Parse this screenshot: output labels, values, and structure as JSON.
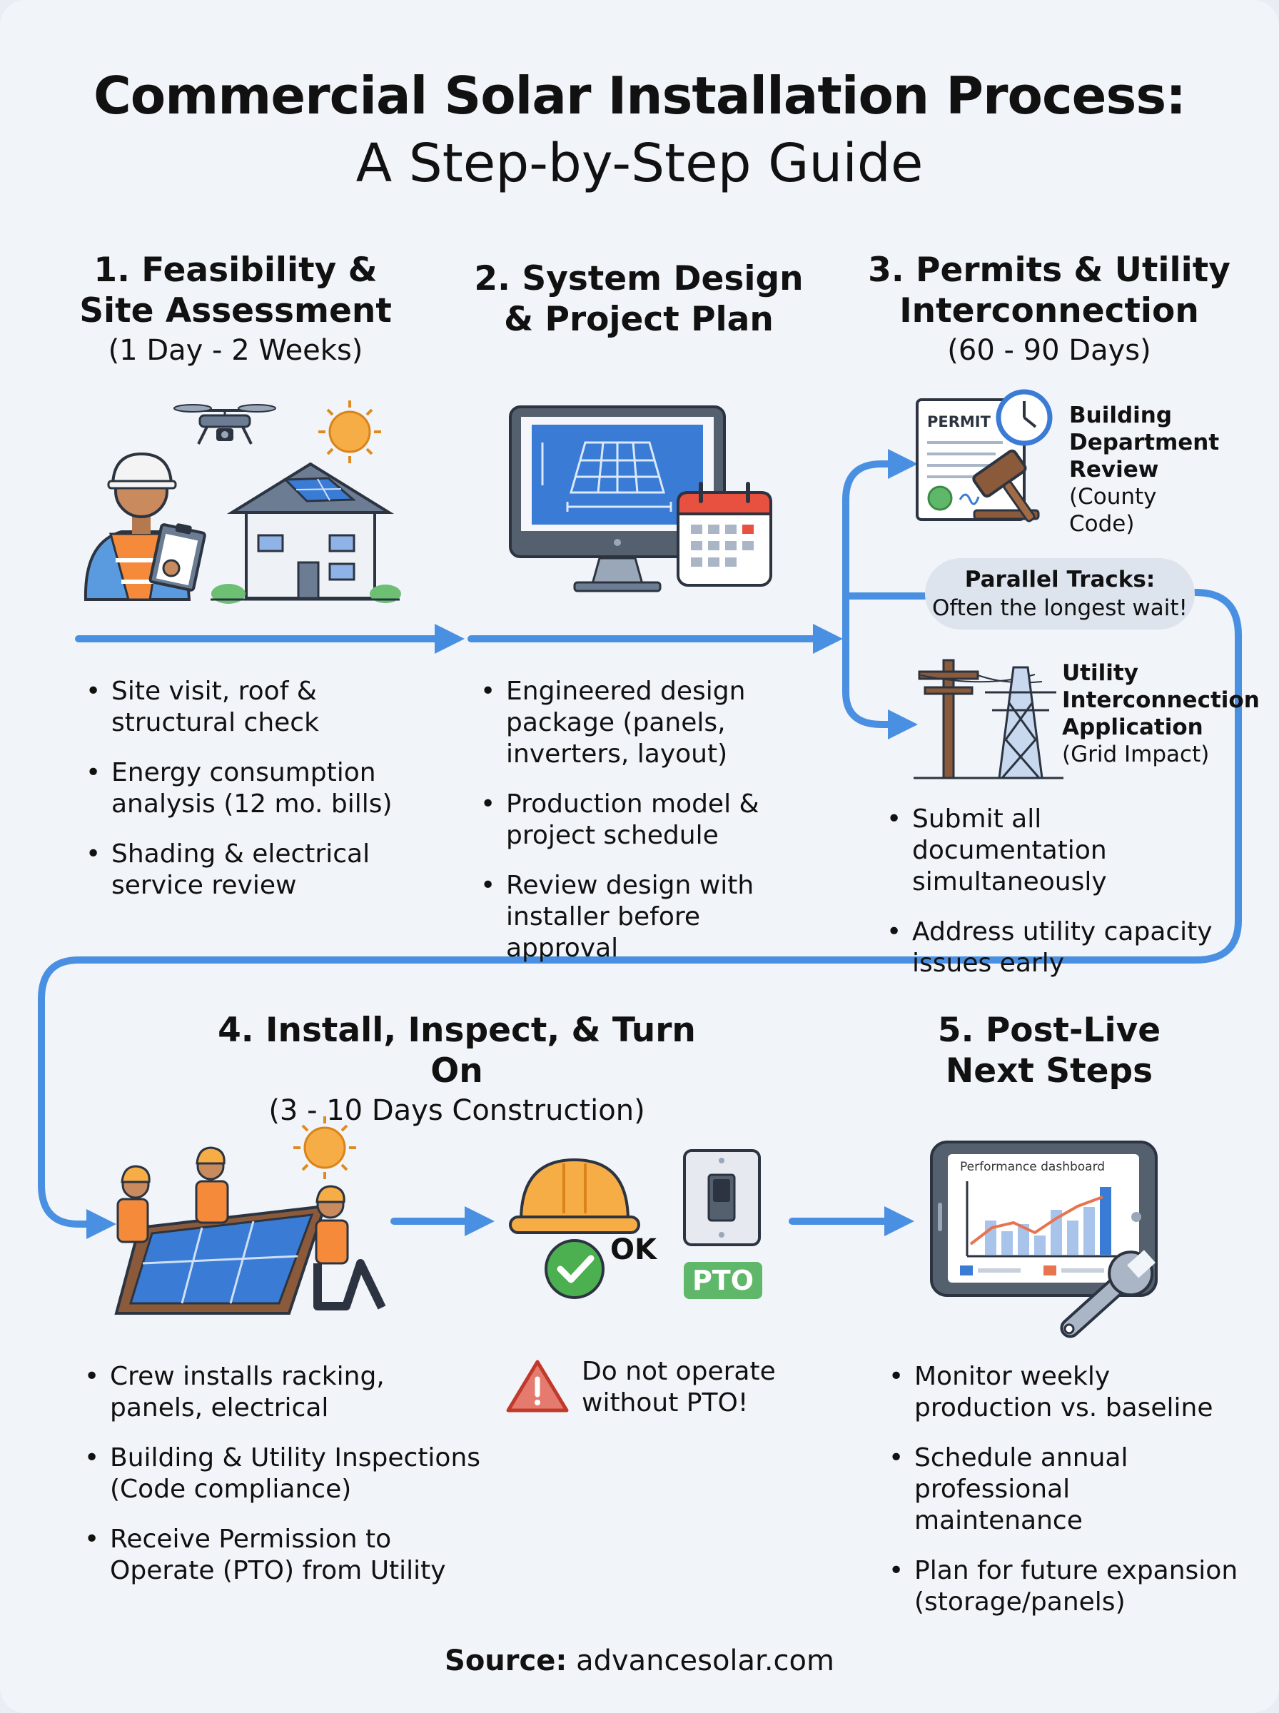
{
  "title": {
    "line1": "Commercial Solar Installation Process:",
    "line2": "A Step-by-Step Guide"
  },
  "steps": [
    {
      "heading": "1. Feasibility & Site Assessment",
      "duration": "(1 Day - 2 Weeks)",
      "bullets": [
        "Site visit, roof & structural check",
        "Energy consumption analysis (12 mo. bills)",
        "Shading & electrical service review"
      ],
      "icons": [
        "inspector-icon",
        "drone-icon",
        "sun-icon",
        "house-icon"
      ]
    },
    {
      "heading": "2. System Design & Project Plan",
      "bullets": [
        "Engineered design package (panels, inverters, layout)",
        "Production model & project schedule",
        "Review design with installer before approval"
      ],
      "icons": [
        "monitor-blueprint-icon",
        "calendar-icon"
      ]
    },
    {
      "heading": "3. Permits & Utility Interconnection",
      "duration": "(60 - 90 Days)",
      "permit_tag": "PERMIT",
      "tracks": [
        {
          "title": "Building Department Review",
          "note": "(County Code)"
        },
        {
          "title": "Utility Interconnection Application",
          "note": "(Grid Impact)"
        }
      ],
      "parallel": {
        "title": "Parallel Tracks:",
        "note": "Often the longest wait!"
      },
      "bullets": [
        "Submit all documentation simultaneously",
        "Address utility capacity issues early"
      ],
      "icons": [
        "permit-document-icon",
        "clock-icon",
        "gavel-icon",
        "utility-pole-icon",
        "transmission-tower-icon"
      ]
    },
    {
      "heading": "4. Install, Inspect, & Turn On",
      "duration": "(3 - 10 Days Construction)",
      "ok_label": "OK",
      "pto_label": "PTO",
      "warning": "Do not operate without PTO!",
      "bullets": [
        "Crew installs racking, panels, electrical",
        "Building & Utility Inspections (Code compliance)",
        "Receive Permission to Operate (PTO) from Utility"
      ],
      "icons": [
        "installation-crew-icon",
        "hard-hat-icon",
        "check-icon",
        "switch-icon",
        "warning-icon"
      ]
    },
    {
      "heading": "5. Post-Live Next Steps",
      "dashboard_label": "Performance dashboard",
      "bullets": [
        "Monitor weekly production vs. baseline",
        "Schedule annual professional maintenance",
        "Plan for future expansion (storage/panels)"
      ],
      "icons": [
        "tablet-dashboard-icon",
        "wrench-icon"
      ]
    }
  ],
  "source": {
    "label": "Source:",
    "text": "advancesolar.com"
  },
  "colors": {
    "arrow": "#4a90e2",
    "panel": "#3a7bd5",
    "accent_orange": "#f4a340",
    "ok_green": "#4caf50",
    "warning_red": "#e53935",
    "background": "#f1f4f8"
  }
}
